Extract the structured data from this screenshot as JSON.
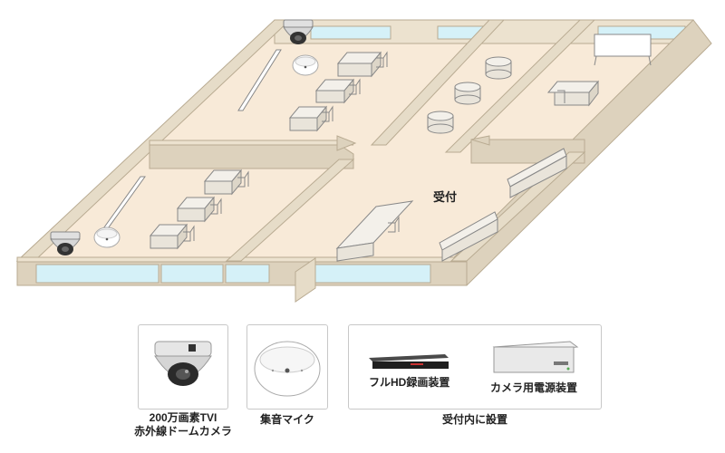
{
  "floor": {
    "reception_label": "受付"
  },
  "legend": {
    "camera_caption_line1": "200万画素TVI",
    "camera_caption_line2": "赤外線ドームカメラ",
    "mic_caption": "集音マイク",
    "reception_group_caption": "受付内に設置",
    "recorder_label": "フルHD録画装置",
    "power_label": "カメラ用電源装置"
  },
  "colors": {
    "floor": "#f8ead8",
    "wall_top": "#ece2cf",
    "wall_front": "#ddd2bd",
    "wall_stroke": "#b9ab92",
    "window": "#d5f1f8",
    "furniture": "#f3f0ea"
  }
}
